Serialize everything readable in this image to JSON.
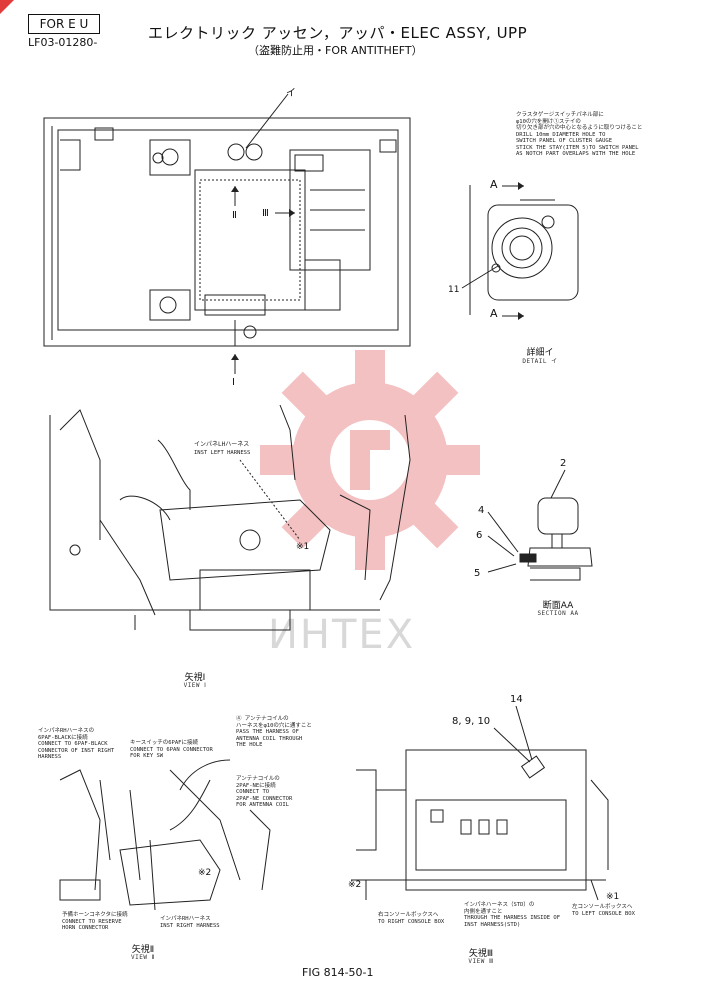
{
  "header": {
    "region_box": "FOR E U",
    "part_code": "LF03-01280-",
    "title": "エレクトリック アッセン，アッパ・ELEC ASSY, UPP",
    "subtitle": "（盗難防止用・FOR ANTITHEFT）"
  },
  "top_view": {
    "callout_i": "イ",
    "arrow_ii": "Ⅱ",
    "arrow_iii": "Ⅲ",
    "arrow_i_bottom": "Ⅰ"
  },
  "detail_i": {
    "note": "クラスタゲージスイッチパネル部に\nφ10の穴を開け①ステイの\n切り欠き部が穴の中心となるように取りつけること\nDRILL 10mm DIAMETER HOLE TO\nSWITCH PANEL OF CLUSTER GAUGE\nSTICK THE STAY(ITEM 5)TO SWITCH PANEL\nAS NOTCH PART OVERLAPS WITH THE HOLE",
    "section_marker_top": "A",
    "section_marker_bottom": "A",
    "item": "11",
    "caption_jp": "詳細イ",
    "caption_en": "DETAIL イ"
  },
  "view_i": {
    "harness_label_jp": "インパネLHハーネス",
    "harness_label_en": "INST LEFT HARNESS",
    "note_ref": "※1",
    "caption_jp": "矢視Ⅰ",
    "caption_en": "VIEW Ⅰ"
  },
  "section_aa": {
    "items": [
      "2",
      "4",
      "6",
      "5"
    ],
    "caption_jp": "断面AA",
    "caption_en": "SECTION AA"
  },
  "view_ii": {
    "note_6paf": "インパネRHハーネスの\n6PAF-BLACKに接続\nCONNECT TO 6PAF-BLACK\nCONNECTOR OF INST RIGHT\nHARNESS",
    "note_keysw": "キースイッチの6PAFに接続\nCONNECT TO 6PAN CONNECTOR\nFOR KEY SW",
    "note_antenna": "④ アンテナコイルの\nハーネスをφ10の穴に通すこと\nPASS THE HARNESS OF\nANTENNA COIL THROUGH\nTHE HOLE",
    "note_coil": "アンテナコイルの\n2PAF-NEに接続\nCONNECT TO\n2PAF-NE CONNECTOR\nFOR ANTENNA COIL",
    "note_reserve": "予備ホーンコネクタに接続\nCONNECT TO RESERVE\nHORN CONNECTOR",
    "note_rh_harness": "インパネRHハーネス\nINST RIGHT HARNESS",
    "note_ref": "※2",
    "caption_jp": "矢視Ⅱ",
    "caption_en": "VIEW Ⅱ"
  },
  "view_iii": {
    "item_14": "14",
    "items_8_9_10": "8, 9, 10",
    "note_right_box": "右コンソールボックスへ\nTO RIGHT CONSOLE BOX",
    "note_std": "インパネハーネス（STD）の\n内側を通すこと\nTHROUGH THE HARNESS INSIDE OF\nINST HARNESS(STD)",
    "note_left_box": "左コンソールボックスへ\nTO LEFT CONSOLE BOX",
    "ref_left": "※2",
    "ref_right": "※1",
    "caption_jp": "矢視Ⅲ",
    "caption_en": "VIEW Ⅲ"
  },
  "footer": {
    "fig": "FIG 814-50-1"
  },
  "watermark": {
    "text": "ИНТЕХ",
    "color": "#e23b3b"
  }
}
